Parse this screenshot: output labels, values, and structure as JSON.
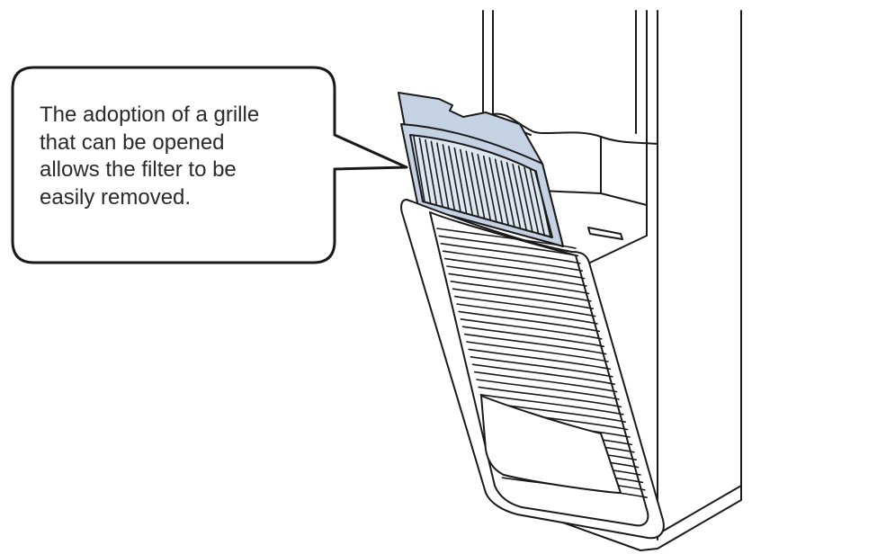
{
  "callout": {
    "lines": [
      "The adoption of a grille",
      "that can be opened",
      "allows the filter to be",
      "easily removed."
    ]
  },
  "colors": {
    "line": "#1a1a1a",
    "filter_fill": "#c5d2e3",
    "body_fill": "#ffffff"
  }
}
